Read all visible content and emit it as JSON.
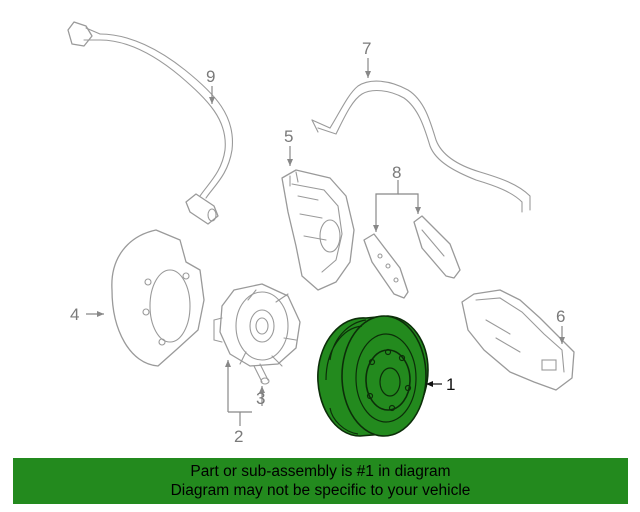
{
  "callouts": {
    "c1": "1",
    "c2": "2",
    "c3": "3",
    "c4": "4",
    "c5": "5",
    "c6": "6",
    "c7": "7",
    "c8": "8",
    "c9": "9"
  },
  "highlight_color": "#238a1e",
  "banner": {
    "line1": "Part or sub-assembly is #1 in diagram",
    "line2": "Diagram may not be specific to your vehicle"
  }
}
